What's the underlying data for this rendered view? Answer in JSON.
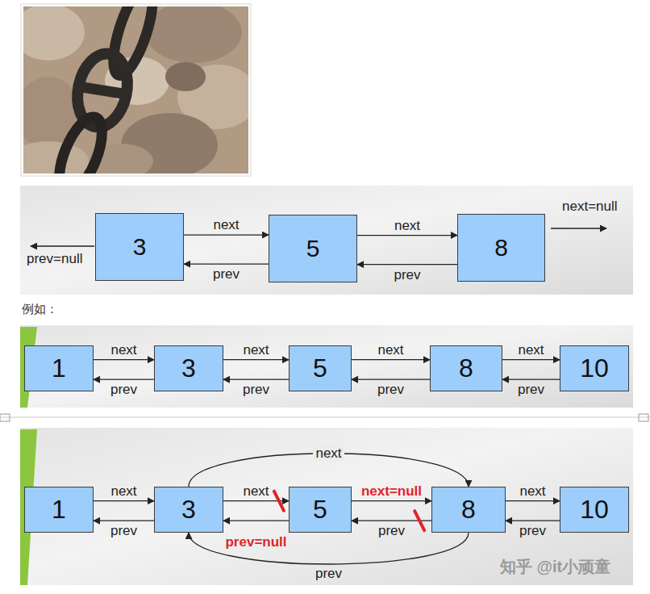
{
  "diagram": {
    "nodes": [
      {
        "text": [
          "3"
        ]
      },
      {
        "text": [
          "5"
        ]
      },
      {
        "text": [
          "8"
        ]
      },
      {
        "text": [
          "1"
        ]
      },
      {
        "text": [
          "3"
        ]
      },
      {
        "text": [
          "5"
        ]
      },
      {
        "text": [
          "8"
        ]
      },
      {
        "text": [
          "10"
        ]
      },
      {
        "text": [
          "1"
        ]
      },
      {
        "text": [
          "3"
        ]
      },
      {
        "text": [
          "5"
        ]
      },
      {
        "text": [
          "8"
        ]
      },
      {
        "text": [
          "10"
        ]
      }
    ],
    "edges": [
      {
        "from": 0,
        "to": 1,
        "label": "next",
        "arrow": "to"
      },
      {
        "from": 1,
        "to": 0,
        "label": "prev",
        "arrow": "to"
      },
      {
        "from": 1,
        "to": 2,
        "label": "next",
        "arrow": "to"
      },
      {
        "from": 2,
        "to": 1,
        "label": "prev",
        "arrow": "to"
      },
      {
        "from": 3,
        "to": 4,
        "label": "next",
        "arrow": "to"
      },
      {
        "from": 4,
        "to": 3,
        "label": "prev",
        "arrow": "to"
      },
      {
        "from": 4,
        "to": 5,
        "label": "next",
        "arrow": "to"
      },
      {
        "from": 5,
        "to": 4,
        "label": "prev",
        "arrow": "to"
      },
      {
        "from": 5,
        "to": 6,
        "label": "next",
        "arrow": "to"
      },
      {
        "from": 6,
        "to": 5,
        "label": "prev",
        "arrow": "to"
      },
      {
        "from": 6,
        "to": 7,
        "label": "next",
        "arrow": "to"
      },
      {
        "from": 7,
        "to": 6,
        "label": "prev",
        "arrow": "to"
      },
      {
        "from": 8,
        "to": 9,
        "label": "next",
        "arrow": "to"
      },
      {
        "from": 9,
        "to": 8,
        "label": "prev",
        "arrow": "to"
      },
      {
        "from": 9,
        "to": 10,
        "label": "next",
        "arrow": "to"
      },
      {
        "from": 10,
        "to": 9,
        "label": "prev=null",
        "arrow": "to"
      },
      {
        "from": 10,
        "to": 11,
        "label": "next=null",
        "arrow": "to"
      },
      {
        "from": 11,
        "to": 10,
        "label": "prev",
        "arrow": "to"
      },
      {
        "from": 11,
        "to": 12,
        "label": "next",
        "arrow": "to"
      },
      {
        "from": 12,
        "to": 11,
        "label": "prev",
        "arrow": "to"
      },
      {
        "from": 9,
        "to": 11,
        "label": "next",
        "arrow": "to"
      },
      {
        "from": 11,
        "to": 9,
        "label": "prev",
        "arrow": "to"
      }
    ],
    "labels": [
      "prev=null",
      "next=null",
      "例如：",
      "知乎 @it小顽童"
    ]
  }
}
